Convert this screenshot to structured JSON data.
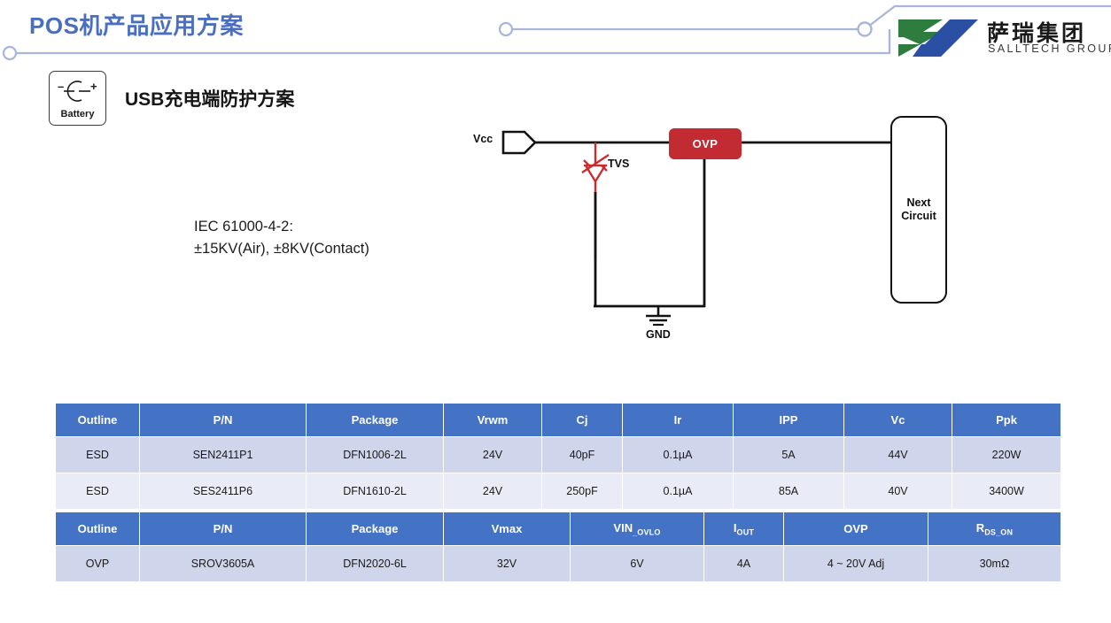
{
  "header": {
    "title": "POS机产品应用方案",
    "title_color": "#4A6FC0",
    "deco_color": "#A8B6DC"
  },
  "logo": {
    "cn_name": "萨瑞集团",
    "en_name": "SALLTECH GROUP",
    "green": "#2E7D3E",
    "blue": "#2B4FA2"
  },
  "battery_icon": {
    "label": "Battery",
    "minus": "−",
    "plus": "+"
  },
  "section": {
    "heading_latin": "USB",
    "heading_cn": "充电端防护方案"
  },
  "spec_note": {
    "line1": "IEC 61000-4-2:",
    "line2": "±15KV(Air), ±8KV(Contact)"
  },
  "circuit": {
    "vcc_label": "Vcc",
    "tvs_label": "TVS",
    "gnd_label": "GND",
    "ovp_label": "OVP",
    "next_circuit_label": "Next\nCircuit",
    "ovp_color": "#C32B32",
    "tvs_color": "#CC2B2B",
    "wire_color": "#121212"
  },
  "esd_table": {
    "headers": [
      "Outline",
      "P/N",
      "Package",
      "Vrwm",
      "Cj",
      "Ir",
      "IPP",
      "Vc",
      "Ppk"
    ],
    "rows": [
      [
        "ESD",
        "SEN2411P1",
        "DFN1006-2L",
        "24V",
        "40pF",
        "0.1µA",
        "5A",
        "44V",
        "220W"
      ],
      [
        "ESD",
        "SES2411P6",
        "DFN1610-2L",
        "24V",
        "250pF",
        "0.1µA",
        "85A",
        "40V",
        "3400W"
      ]
    ]
  },
  "ovp_table": {
    "headers": [
      "Outline",
      "P/N",
      "Package",
      "Vmax",
      "VIN_OVLO",
      "IOUT",
      "OVP",
      "RDS_ON"
    ],
    "header_parts": {
      "vin_main": "VIN",
      "vin_sub": "_OVLO",
      "iout_main": "I",
      "iout_sub": "OUT",
      "rds_main": "R",
      "rds_sub": "DS_ON"
    },
    "rows": [
      [
        "OVP",
        "SROV3605A",
        "DFN2020-6L",
        "32V",
        "6V",
        "4A",
        "4 ~ 20V Adj",
        "30mΩ"
      ]
    ]
  },
  "palette": {
    "table_header_bg": "#4472C4",
    "row_alt_bg": "#CFD5EA",
    "row_base_bg": "#E9ECF6"
  }
}
